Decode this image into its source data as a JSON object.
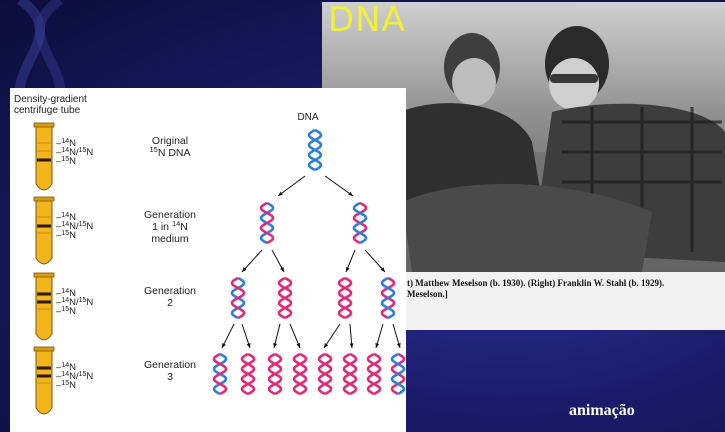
{
  "slide": {
    "title": "DNA",
    "animation_link": "animação"
  },
  "photo": {
    "caption_line1": "t) Matthew Meselson (b. 1930). (Right) Franklin W. Stahl (b. 1929).",
    "caption_line2": "Meselson.]"
  },
  "diagram": {
    "tube_header_line1": "Density-gradient",
    "tube_header_line2": "centrifuge tube",
    "dna_label": "DNA",
    "tubes": [
      {
        "labels": [
          "–14N",
          "–14N/15N",
          "–15N"
        ],
        "gen_line1": "Original",
        "gen_line2": "15N DNA",
        "gen_line3": ""
      },
      {
        "labels": [
          "–14N",
          "–14N/15N",
          "–15N"
        ],
        "gen_line1": "Generation",
        "gen_line2": "1 in 14N",
        "gen_line3": "medium"
      },
      {
        "labels": [
          "–14N",
          "–14N/15N",
          "–15N"
        ],
        "gen_line1": "Generation",
        "gen_line2": "2",
        "gen_line3": ""
      },
      {
        "labels": [
          "–14N",
          "–14N/15N",
          "–15N"
        ],
        "gen_line1": "Generation",
        "gen_line2": "3",
        "gen_line3": ""
      }
    ],
    "colors": {
      "heavy_strand": "#2f7fd6",
      "light_strand": "#e02b78",
      "tube_fill": "#f2b51d",
      "tube_outline": "#7a5a10"
    }
  }
}
